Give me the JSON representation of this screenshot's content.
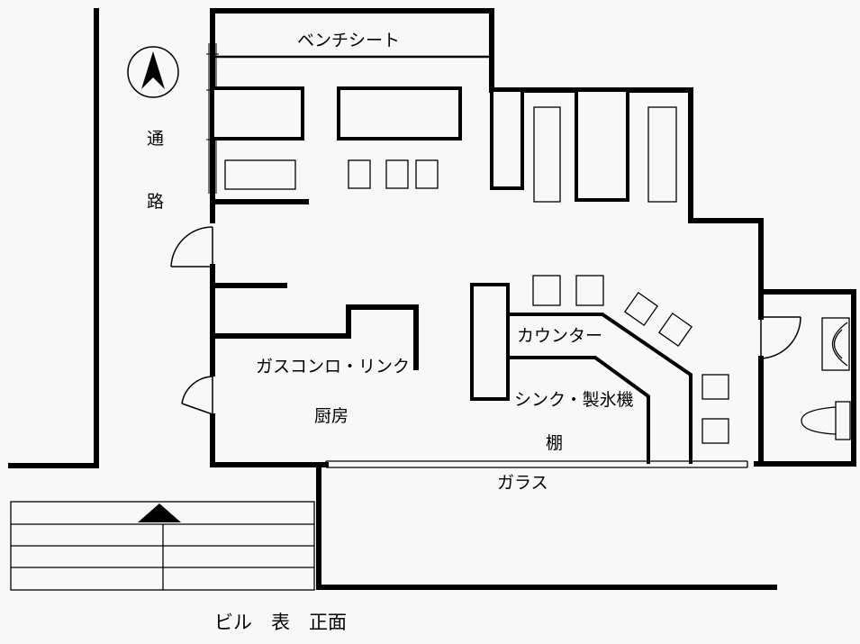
{
  "labels": {
    "bench_seat": "ベンチシート",
    "passage_1": "通",
    "passage_2": "路",
    "counter": "カウンター",
    "gas_stove_sink": "ガスコンロ・リンク",
    "kitchen": "厨房",
    "sink_ice_machine": "シンク・製氷機",
    "shelf": "棚",
    "glass": "ガラス",
    "building_front": "ビル　表　正面"
  },
  "icons": {
    "north": "compass-north-icon",
    "entrance": "up-arrow-triangle-icon"
  }
}
